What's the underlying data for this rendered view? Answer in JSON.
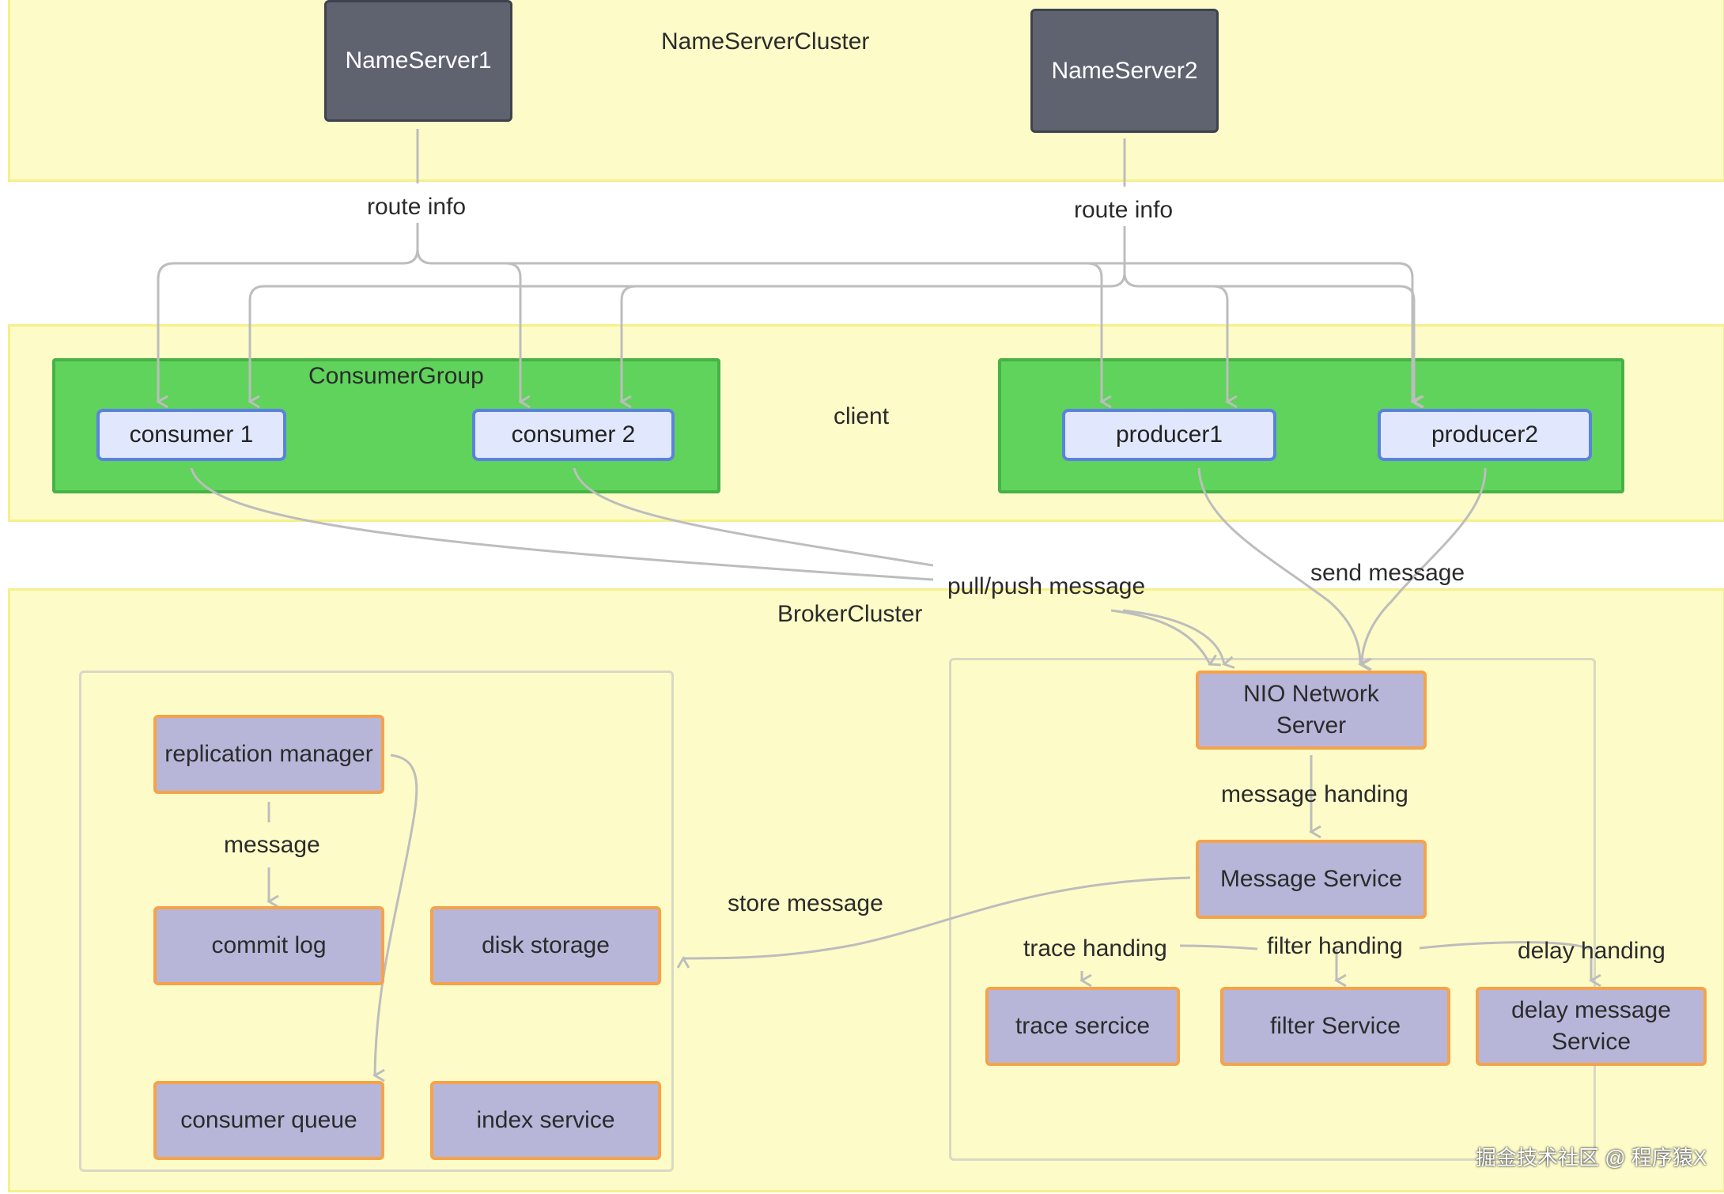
{
  "colors": {
    "zone_fill": "#fdfcc8",
    "zone_border": "#f6f08a",
    "group_fill": "#5fd35b",
    "nameserver_fill": "#5f6370",
    "client_fill": "#e1e8fd",
    "client_border": "#5b82e0",
    "service_fill": "#b7b6d9",
    "service_border": "#f6a24a",
    "arrow": "#bdbdbd"
  },
  "nameserver_cluster": {
    "title": "NameServerCluster",
    "servers": [
      "NameServer1",
      "NameServer2"
    ],
    "route_labels": [
      "route info",
      "route info"
    ]
  },
  "client": {
    "title": "client",
    "consumer_group": {
      "title": "ConsumerGroup",
      "consumers": [
        "consumer 1",
        "consumer 2"
      ]
    },
    "producers": [
      "producer1",
      "producer2"
    ]
  },
  "flows": {
    "pull_push": "pull/push message",
    "send": "send message",
    "store": "store message"
  },
  "broker_cluster": {
    "title": "BrokerCluster",
    "storage": {
      "replication_manager": "replication manager",
      "message_label": "message",
      "commit_log": "commit log",
      "disk_storage": "disk storage",
      "consumer_queue": "consumer queue",
      "index_service": "index service"
    },
    "network": {
      "nio_server": "NIO Network Server",
      "message_handing": "message handing",
      "message_service": "Message Service",
      "trace_handing": "trace handing",
      "filter_handing": "filter handing",
      "delay_handing": "delay handing",
      "trace_service": "trace sercice",
      "filter_service": "filter Service",
      "delay_service_line1": "delay message",
      "delay_service_line2": "Service"
    }
  },
  "watermark": "掘金技术社区 @ 程序猿X"
}
